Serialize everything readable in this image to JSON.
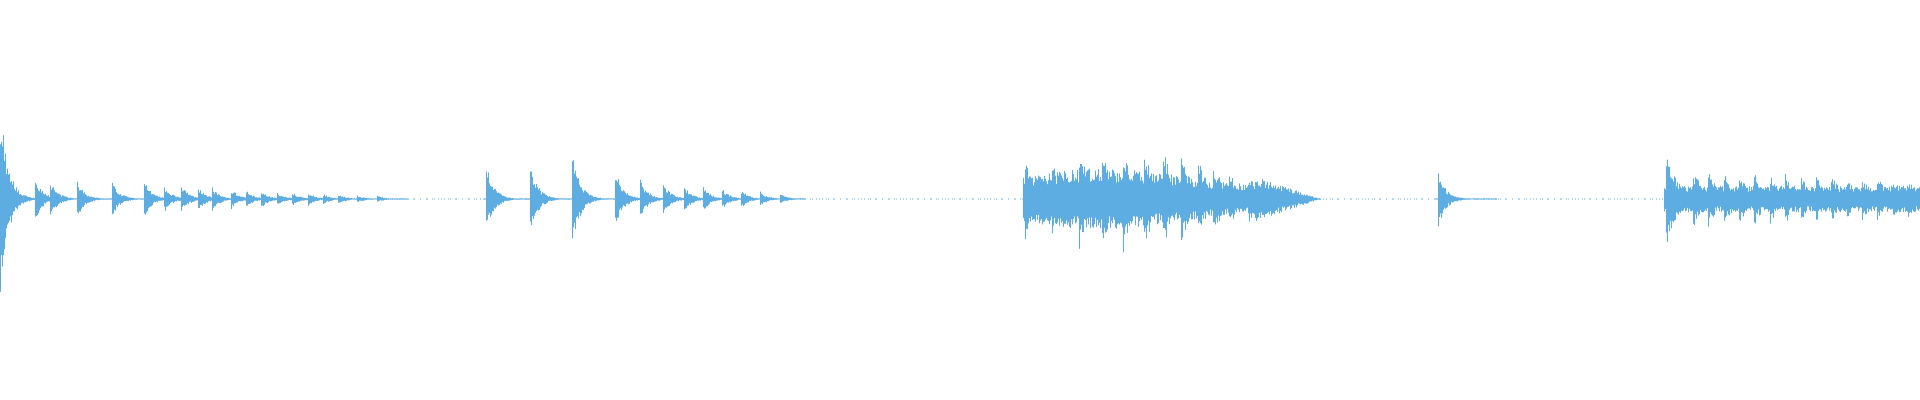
{
  "waveform": {
    "color": "#5DADE2",
    "background": "#FFFFFF",
    "channels": 1,
    "peak_amplitude": 0.52,
    "segments": [
      {
        "kind": "decaying-hits",
        "start": 0.0,
        "end": 0.213,
        "hits": [
          0.0,
          0.018,
          0.026,
          0.04,
          0.058,
          0.075,
          0.085,
          0.094,
          0.103,
          0.11,
          0.12,
          0.128,
          0.136,
          0.144,
          0.152,
          0.16,
          0.168,
          0.176,
          0.186,
          0.196
        ],
        "peaks": [
          0.52,
          0.12,
          0.1,
          0.1,
          0.1,
          0.1,
          0.08,
          0.08,
          0.07,
          0.07,
          0.06,
          0.05,
          0.05,
          0.04,
          0.04,
          0.04,
          0.03,
          0.03,
          0.02,
          0.02
        ]
      },
      {
        "kind": "silence",
        "start": 0.213,
        "end": 0.25
      },
      {
        "kind": "decaying-hits",
        "start": 0.252,
        "end": 0.42,
        "hits": [
          0.253,
          0.276,
          0.298,
          0.32,
          0.333,
          0.345,
          0.356,
          0.366,
          0.376,
          0.386,
          0.396,
          0.406
        ],
        "peaks": [
          0.2,
          0.2,
          0.26,
          0.18,
          0.12,
          0.1,
          0.08,
          0.07,
          0.06,
          0.05,
          0.04,
          0.03
        ]
      },
      {
        "kind": "silence",
        "start": 0.42,
        "end": 0.532
      },
      {
        "kind": "crescendo-hits",
        "start": 0.533,
        "end": 0.688,
        "hits": [
          0.534,
          0.548,
          0.562,
          0.574,
          0.585,
          0.596,
          0.606,
          0.615,
          0.624,
          0.632,
          0.64,
          0.65,
          0.662,
          0.672
        ],
        "peaks": [
          0.22,
          0.2,
          0.28,
          0.26,
          0.3,
          0.28,
          0.27,
          0.26,
          0.22,
          0.2,
          0.16,
          0.14,
          0.1,
          0.06
        ]
      },
      {
        "kind": "silence",
        "start": 0.688,
        "end": 0.747
      },
      {
        "kind": "single-hit",
        "start": 0.748,
        "end": 0.78,
        "hits": [
          0.749
        ],
        "peaks": [
          0.16
        ]
      },
      {
        "kind": "silence",
        "start": 0.78,
        "end": 0.866
      },
      {
        "kind": "sustained-hits",
        "start": 0.867,
        "end": 1.0,
        "hits": [
          0.868,
          0.882,
          0.89,
          0.898,
          0.906,
          0.914,
          0.922,
          0.93,
          0.938,
          0.946,
          0.954,
          0.962,
          0.97,
          0.978,
          0.986,
          0.994
        ],
        "peaks": [
          0.26,
          0.16,
          0.15,
          0.15,
          0.14,
          0.14,
          0.14,
          0.14,
          0.13,
          0.13,
          0.13,
          0.12,
          0.12,
          0.12,
          0.11,
          0.11
        ]
      }
    ]
  }
}
